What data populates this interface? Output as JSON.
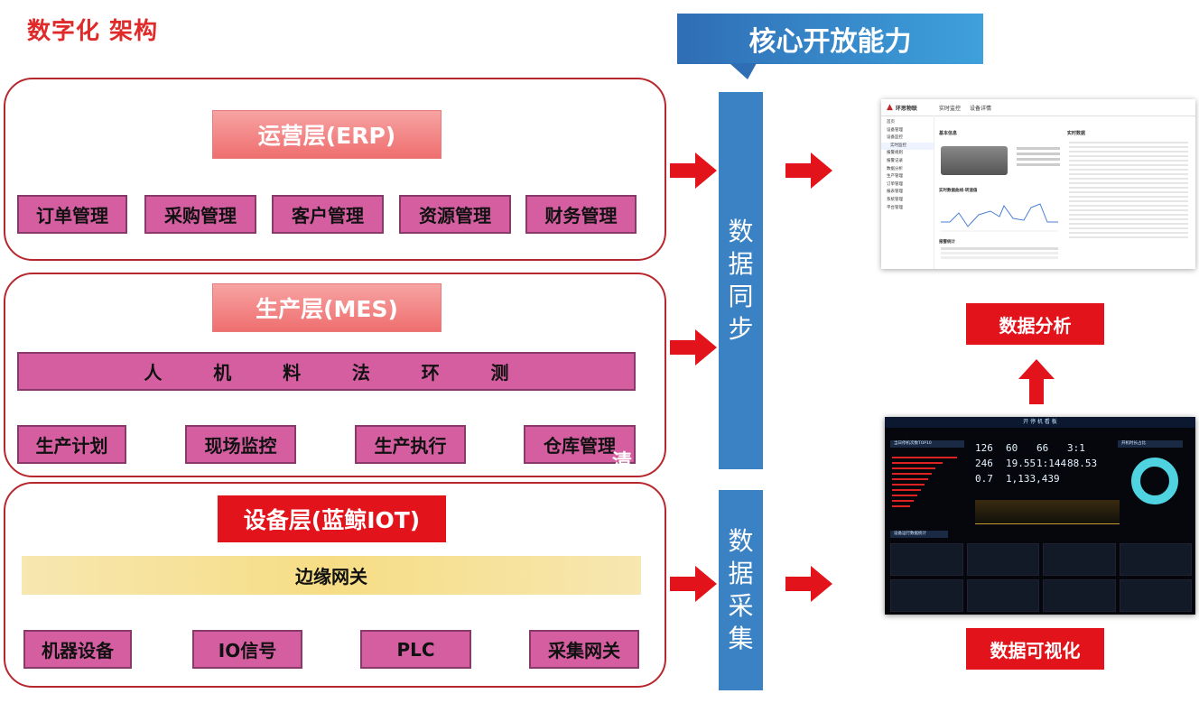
{
  "page_title": "数字化 架构",
  "banner": "核心开放能力",
  "erp": {
    "header": "运营层(ERP)",
    "modules": [
      "订单管理",
      "采购管理",
      "客户管理",
      "资源管理",
      "财务管理"
    ]
  },
  "mes": {
    "header": "生产层(MES)",
    "factors": [
      "人",
      "机",
      "料",
      "法",
      "环",
      "测"
    ],
    "modules": [
      "生产计划",
      "现场监控",
      "生产执行",
      "仓库管理"
    ],
    "stray_char": "清"
  },
  "iot": {
    "header": "设备层(蓝鲸IOT)",
    "gateway": "边缘网关",
    "modules": [
      "机器设备",
      "IO信号",
      "PLC",
      "采集网关"
    ]
  },
  "sync_bar": [
    "数",
    "据",
    "同",
    "步"
  ],
  "collect_bar": [
    "数",
    "据",
    "采",
    "集"
  ],
  "analysis_label": "数据分析",
  "visual_label": "数据可视化",
  "colors": {
    "accent_red": "#e3131b",
    "module_pink": "#d55ea1",
    "bar_blue": "#3b82c4",
    "border_red": "#b8272d"
  },
  "screenshot_analysis": {
    "brand": "环思物联",
    "nav_tab1": "实时监控",
    "nav_tab2": "设备详情",
    "menu": [
      "首页",
      "设备管理",
      "设备监控",
      "实时监控",
      "报警规则",
      "报警记录",
      "数据分析",
      "生产管理",
      "订单管理",
      "报表管理",
      "系统管理",
      "平台管理"
    ],
    "section_basic": "基本信息",
    "section_chart": "实时数据曲线-转速值",
    "section_stats": "报警统计",
    "section_realtime": "实时数据"
  },
  "screenshot_visual": {
    "title": "开 停 机 看 板",
    "top10_title": "当日停机次数TOP10",
    "ratio_title": "开机时长占比",
    "stats_title": "设备运行数据统计",
    "numbers": [
      "126",
      "60",
      "66",
      "3:1",
      "246",
      "19.55",
      "1:144",
      "88.53",
      "0.7",
      "1,133,439"
    ]
  }
}
